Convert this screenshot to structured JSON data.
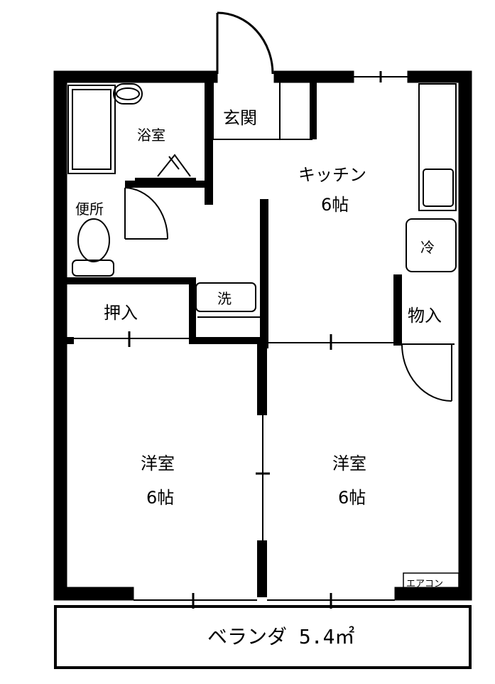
{
  "rooms": {
    "bath": "浴室",
    "entrance": "玄関",
    "kitchen": {
      "name": "キッチン",
      "size": "6帖"
    },
    "toilet": "便所",
    "washer": "洗",
    "fridge": "冷",
    "closet_left": "押入",
    "storage": "物入",
    "west_room": {
      "name": "洋室",
      "size": "6帖"
    },
    "east_room": {
      "name": "洋室",
      "size": "6帖"
    },
    "aircon": "エアコン",
    "veranda": "ベランダ 5.4㎡"
  },
  "colors": {
    "wall": "#000000",
    "background": "#ffffff"
  }
}
